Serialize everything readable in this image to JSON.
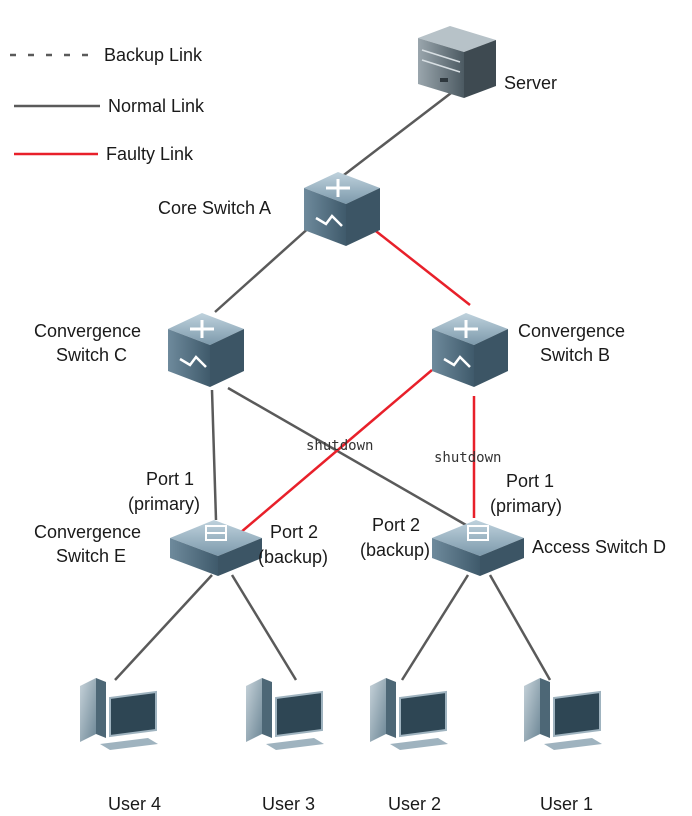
{
  "legend": {
    "backup_link": "Backup Link",
    "normal_link": "Normal Link",
    "faulty_link": "Faulty Link"
  },
  "colors": {
    "normal": "#5a5a5a",
    "faulty": "#e8202a",
    "device": "#5f7f93"
  },
  "nodes": {
    "server": "Server",
    "core_a": "Core Switch A",
    "conv_c": [
      "Convergence",
      "Switch C"
    ],
    "conv_b": [
      "Convergence",
      "Switch B"
    ],
    "conv_e": [
      "Convergence",
      "Switch E"
    ],
    "access_d": "Access Switch D"
  },
  "ports": {
    "e_port1": [
      "Port 1",
      "(primary)"
    ],
    "e_port2": [
      "Port 2",
      "(backup)"
    ],
    "d_port2": [
      "Port 2",
      "(backup)"
    ],
    "d_port1": [
      "Port 1",
      "(primary)"
    ]
  },
  "annotations": {
    "shutdown_left": "shutdown",
    "shutdown_right": "shutdown"
  },
  "users": [
    "User 4",
    "User 3",
    "User 2",
    "User 1"
  ]
}
